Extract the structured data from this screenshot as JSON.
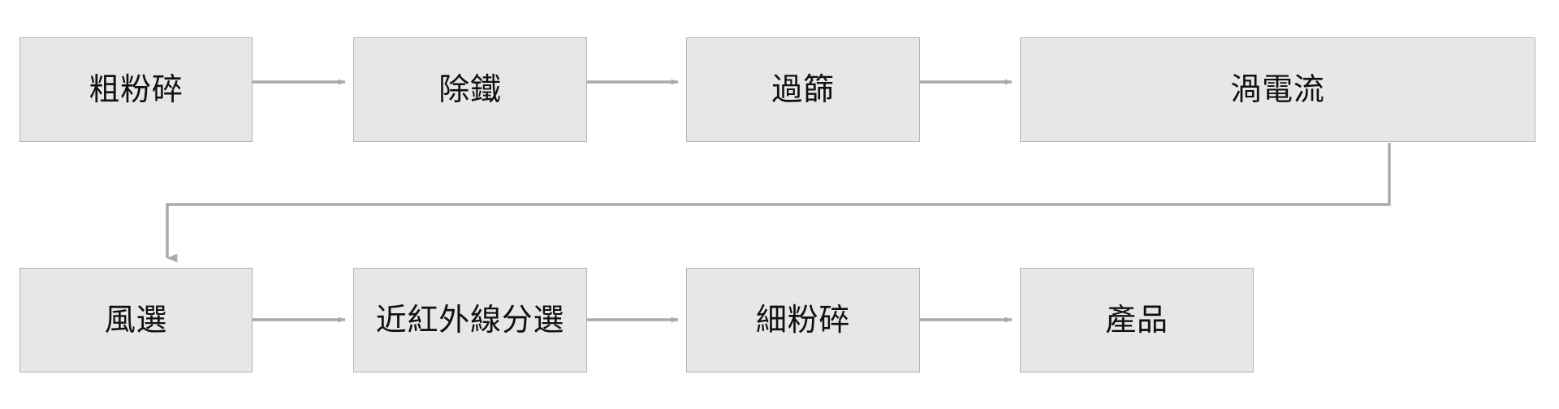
{
  "diagram": {
    "type": "process-flowchart",
    "orientation": "left-to-right, two rows with wrap",
    "background_color": "#ffffff",
    "node_fill_color": "#e7e7e7",
    "node_border_color": "#b4b4b4",
    "edge_color": "#aaaaaa",
    "text_color": "#101010",
    "nodes": [
      {
        "id": "coarse-crush",
        "label": "粗粉碎",
        "row": 1,
        "order": 1
      },
      {
        "id": "iron-removal",
        "label": "除鐵",
        "row": 1,
        "order": 2
      },
      {
        "id": "sieving",
        "label": "過篩",
        "row": 1,
        "order": 3
      },
      {
        "id": "eddy-current",
        "label": "渦電流",
        "row": 1,
        "order": 4
      },
      {
        "id": "air-separation",
        "label": "風選",
        "row": 2,
        "order": 5
      },
      {
        "id": "nir-sorting",
        "label": "近紅外線分選",
        "row": 2,
        "order": 6
      },
      {
        "id": "fine-crush",
        "label": "細粉碎",
        "row": 2,
        "order": 7
      },
      {
        "id": "product",
        "label": "產品",
        "row": 2,
        "order": 8
      }
    ],
    "edges": [
      {
        "from": "coarse-crush",
        "to": "iron-removal",
        "style": "straight-horizontal"
      },
      {
        "from": "iron-removal",
        "to": "sieving",
        "style": "straight-horizontal"
      },
      {
        "from": "sieving",
        "to": "eddy-current",
        "style": "straight-horizontal"
      },
      {
        "from": "eddy-current",
        "to": "air-separation",
        "style": "elbow-down-left-down"
      },
      {
        "from": "air-separation",
        "to": "nir-sorting",
        "style": "straight-horizontal"
      },
      {
        "from": "nir-sorting",
        "to": "fine-crush",
        "style": "straight-horizontal"
      },
      {
        "from": "fine-crush",
        "to": "product",
        "style": "straight-horizontal"
      }
    ]
  }
}
